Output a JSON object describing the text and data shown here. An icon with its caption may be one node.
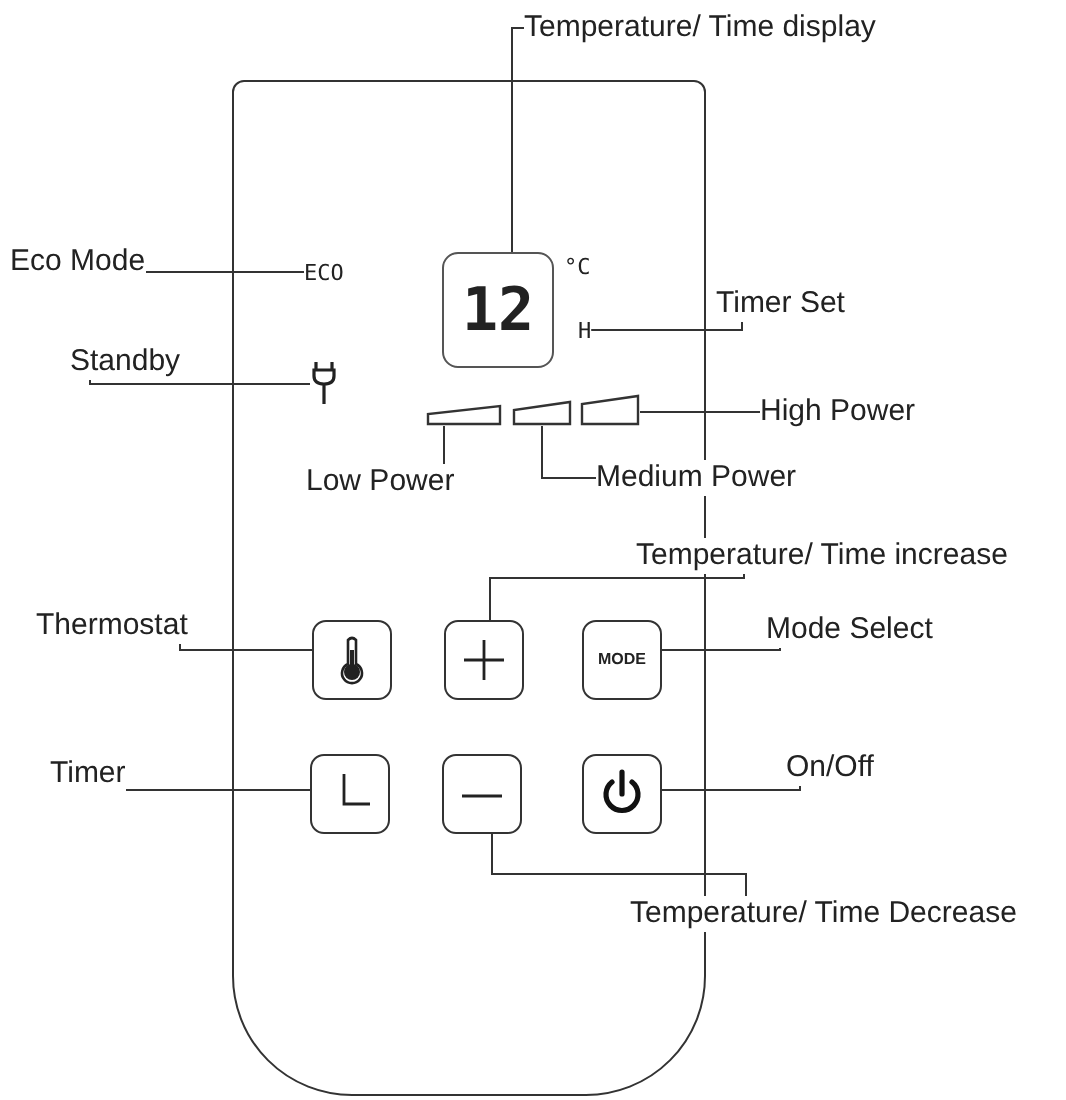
{
  "diagram": {
    "nodes": [
      {
        "text": [],
        "shape": "box"
      },
      {
        "text": [
          "Temperature/ Time display"
        ]
      },
      {
        "text": [
          "12"
        ],
        "in": 0,
        "beside": [
          "°C"
        ]
      },
      {
        "text": [
          "Eco Mode"
        ]
      },
      {
        "text": [
          "ECO"
        ],
        "in": 0
      },
      {
        "text": [
          "Timer Set"
        ]
      },
      {
        "text": [
          "H"
        ],
        "in": 0
      },
      {
        "text": [
          "Standby"
        ]
      },
      {
        "text": [],
        "shape": "plug",
        "in": 0
      },
      {
        "text": [],
        "shape": "bar",
        "in": 0
      },
      {
        "text": [],
        "shape": "bar",
        "in": 0
      },
      {
        "text": [],
        "shape": "bar",
        "in": 0
      },
      {
        "text": [
          "High Power"
        ]
      },
      {
        "text": [
          "Low Power"
        ],
        "in": 0
      },
      {
        "text": [
          "Medium Power"
        ]
      },
      {
        "text": [
          "Temperature/ Time increase"
        ]
      },
      {
        "text": [
          "Thermostat"
        ]
      },
      {
        "text": [],
        "shape": "box",
        "in": 0
      },
      {
        "text": [],
        "shape": "box",
        "in": 0
      },
      {
        "text": [
          "MODE"
        ],
        "in": 0
      },
      {
        "text": [
          "Mode Select"
        ]
      },
      {
        "text": [
          "Timer"
        ]
      },
      {
        "text": [],
        "shape": "box",
        "in": 0
      },
      {
        "text": [],
        "shape": "box",
        "in": 0
      },
      {
        "text": [],
        "shape": "box",
        "in": 0
      },
      {
        "text": [
          "On/Off"
        ]
      },
      {
        "text": [
          "Temperature/ Time Decrease"
        ]
      }
    ],
    "edges": [
      {
        "from": 1,
        "to": 2,
        "arrow": "none"
      },
      {
        "from": 3,
        "to": 4,
        "arrow": "none"
      },
      {
        "from": 5,
        "to": 6,
        "arrow": "none"
      },
      {
        "from": 7,
        "to": 8,
        "arrow": "none"
      },
      {
        "from": 12,
        "to": 11,
        "arrow": "none"
      },
      {
        "from": 13,
        "to": 9,
        "arrow": "none"
      },
      {
        "from": 14,
        "to": 10,
        "arrow": "none"
      },
      {
        "from": 15,
        "to": 18,
        "arrow": "none"
      },
      {
        "from": 16,
        "to": 17,
        "arrow": "none"
      },
      {
        "from": 20,
        "to": 19,
        "arrow": "none"
      },
      {
        "from": 21,
        "to": 22,
        "arrow": "none"
      },
      {
        "from": 25,
        "to": 24,
        "arrow": "none"
      },
      {
        "from": 26,
        "to": 23,
        "arrow": "none"
      }
    ]
  }
}
